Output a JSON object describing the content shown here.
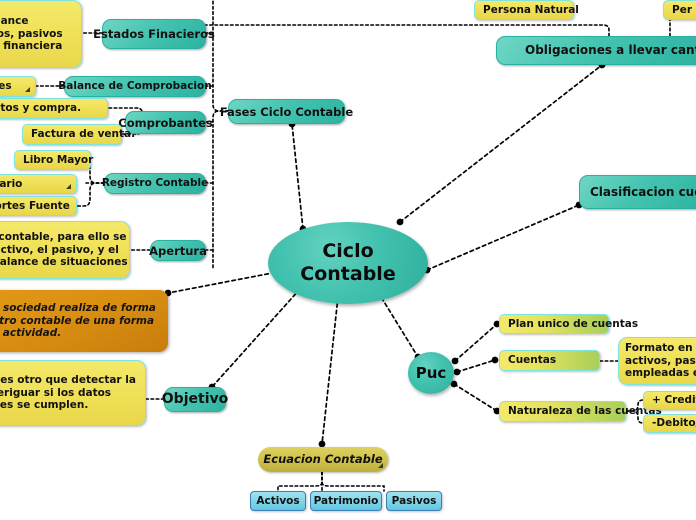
{
  "app": {
    "type": "mindmap",
    "title": "Ciclo Contable"
  },
  "colors": {
    "teal": "#41c1ae",
    "yellow": "#efdf55",
    "orange": "#da8f12",
    "olive": "#cfc14c",
    "yellow_green": "#a9cf5a",
    "light_blue": "#7fd4e8",
    "node_border": "#7fe3de",
    "link": "#000000",
    "background": "#ffffff"
  },
  "center": {
    "label_line1": "Ciclo",
    "label_line2": "Contable"
  },
  "nodes": {
    "estados_financieros": "Estados Finacieros",
    "estados_financieros_note_l1": "el balance",
    "estados_financieros_note_l2": "activos, pasivos",
    "estados_financieros_note_l3": "acion financiera",
    "balance_comprobacion": "Balance de Comprobacion",
    "ajustes": "stes",
    "comprobantes": "Comprobantes",
    "gastos_compra": "astos y compra.",
    "factura_venta": "Factura de venta.",
    "fases_ciclo_contable": "Fases Ciclo Contable",
    "registro_contable": "Registro Contable",
    "libro_mayor": "Libro Mayor",
    "libro_diario": "Diario",
    "soportes_fuente": "oprtes Fuente",
    "apertura": "Apertura",
    "apertura_note_l1": "ciclo contable, para ello se",
    "apertura_note_l2": "n el activo, el pasivo, y el",
    "apertura_note_l3": "s al balance de situaciones",
    "orange_note_l1": "ue una sociedad realiza de forma",
    "orange_note_l2": "el rejistro contable de una forma",
    "orange_note_l3": "n de la actividad.",
    "objetivo": "Objetivo",
    "objetivo_note_l1": "ble no es otro que detectar la",
    "objetivo_note_l2": "ara averiguar si los datos",
    "objetivo_note_l3": "moniales se cumplen.",
    "persona_natural": "Persona Natural",
    "persona_juridica": "Per",
    "obligaciones": "Obligaciones a llevar cantabili",
    "clasificacion_cuentas": "Clasificacion cuent",
    "puc": "Puc",
    "plan_unico_cuentas": "Plan unico de cuentas",
    "cuentas": "Cuentas",
    "cuentas_note_l1": "Formato en el se regis",
    "cuentas_note_l2": "activos, pasivos, patri",
    "cuentas_note_l3": "empleadas en el rejist",
    "naturaleza_cuentas": "Naturaleza de las cuentas",
    "creditos": "+ Creditos/",
    "debito": "-Debito/Ca",
    "ecuacion_contable": "Ecuacion Contable",
    "activos": "Activos",
    "patrimonio": "Patrimonio",
    "pasivos": "Pasivos"
  }
}
